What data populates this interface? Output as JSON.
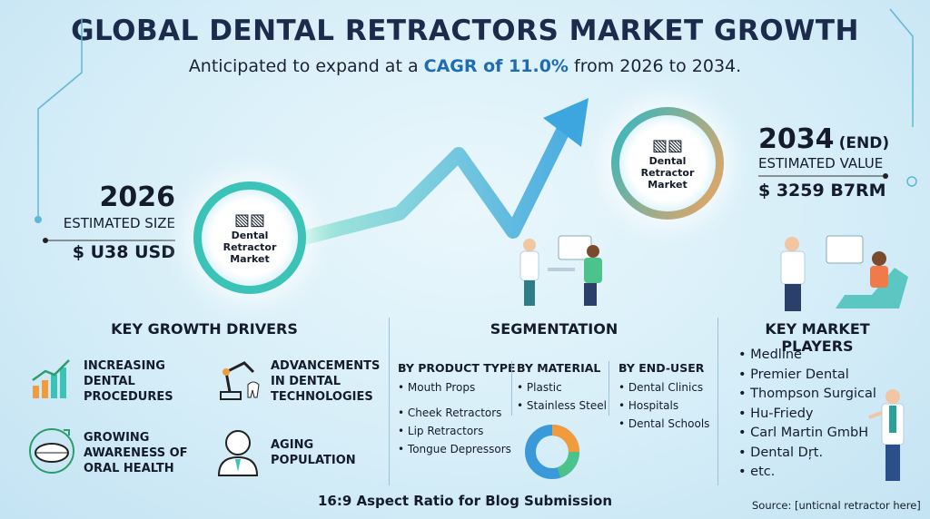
{
  "title": "GLOBAL DENTAL RETRACTORS MARKET GROWTH",
  "subtitle": {
    "pre": "Anticipated to expand at a ",
    "cagr": "CAGR of 11.0%",
    "post": " from 2026 to 2034."
  },
  "start": {
    "year": "2026",
    "label": "ESTIMATED SIZE",
    "value": "$ U38 USD"
  },
  "end": {
    "year": "2034",
    "suffix": "(END)",
    "label": "ESTIMATED VALUE",
    "value": "$ 3259 B7RM"
  },
  "circle_label": [
    "Dental",
    "Retractor",
    "Market"
  ],
  "drivers": {
    "heading": "KEY GROWTH DRIVERS",
    "items": [
      {
        "label": "INCREASING DENTAL PROCEDURES",
        "icon": "bar-chart-icon"
      },
      {
        "label": "ADVANCEMENTS IN DENTAL TECHNOLOGIES",
        "icon": "robotic-arm-icon"
      },
      {
        "label": "GROWING AWARENESS OF ORAL HEALTH",
        "icon": "mouth-icon"
      },
      {
        "label": "AGING POPULATION",
        "icon": "elderly-person-icon"
      }
    ]
  },
  "segmentation": {
    "heading": "SEGMENTATION",
    "columns": [
      {
        "title": "BY PRODUCT TYPE",
        "items": [
          "Mouth Props",
          "Cheek Retractors",
          "Lip Retractors",
          "Tongue Depressors"
        ]
      },
      {
        "title": "BY MATERIAL",
        "items": [
          "Plastic",
          "Stainless Steel"
        ]
      },
      {
        "title": "BY END-USER",
        "items": [
          "Dental Clinics",
          "Hospitals",
          "Dental Schools"
        ]
      }
    ]
  },
  "players": {
    "heading": "KEY MARKET PLAYERS",
    "items": [
      "Medline",
      "Premier Dental",
      "Thompson Surgical",
      "Hu-Friedy",
      "Carl Martin GmbH",
      "Dental Dŗt.",
      "etc."
    ]
  },
  "footer": "16:9 Aspect Ratio for Blog Submission",
  "source": "Source: [unticnal retractor here]",
  "colors": {
    "navy": "#1a2b4c",
    "accent": "#1f6cb3",
    "teal": "#3cc3b8",
    "orange": "#f29b3c",
    "green": "#4cc38a",
    "blue": "#3a9ad9"
  }
}
